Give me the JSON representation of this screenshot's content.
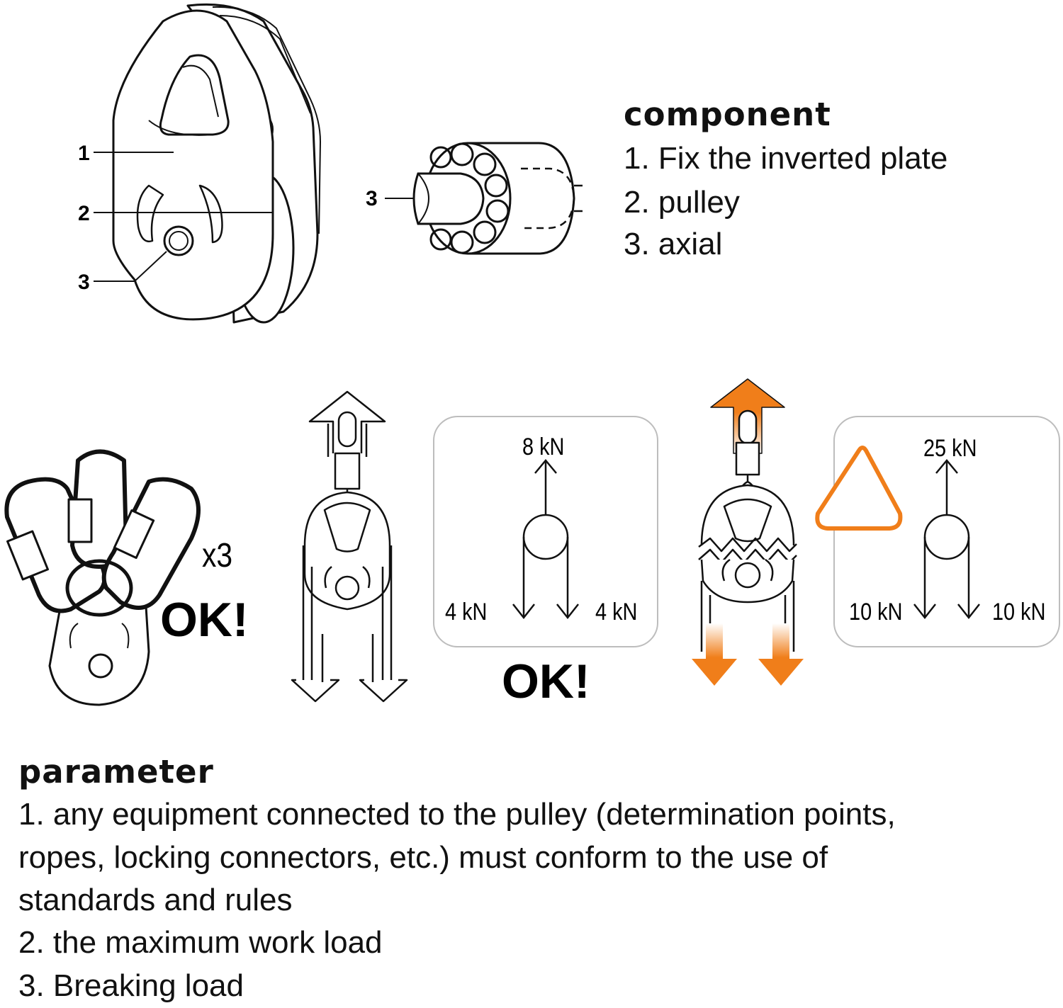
{
  "component": {
    "heading": "component",
    "items": [
      "1. Fix the inverted plate",
      "2. pulley",
      "3. axial"
    ]
  },
  "callouts": {
    "c1": "1",
    "c2": "2",
    "c3": "3",
    "c3b": "3"
  },
  "carabiner_panel": {
    "multiplier": "x3",
    "ok": "OK!"
  },
  "panel_8kn": {
    "top": "8 kN",
    "left": "4 kN",
    "right": "4 kN",
    "ok": "OK!"
  },
  "panel_25kn": {
    "top": "25 kN",
    "left": "10 kN",
    "right": "10 kN"
  },
  "colors": {
    "accent": "#f07e1a",
    "line": "#111111",
    "panel_border": "#bdbdbd"
  },
  "parameter": {
    "heading": "parameter",
    "lines": [
      "1. any equipment connected to the pulley (determination points,",
      "ropes, locking connectors, etc.) must conform to the use of",
      "standards and rules",
      "2. the maximum work load",
      "3. Breaking load"
    ]
  }
}
